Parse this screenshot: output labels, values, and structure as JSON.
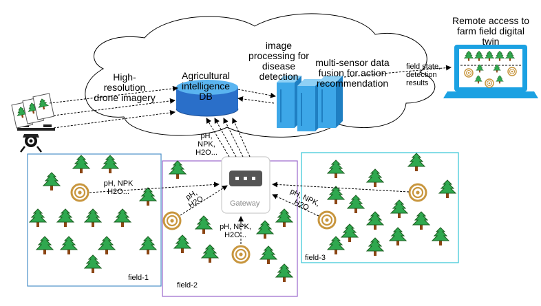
{
  "title": "Remote access to farm field digital twin",
  "cloud": {
    "db_label": "Agricultural intelligence DB",
    "imagery_label": "High-resolution drone imagery",
    "image_processing_label": "image processing for disease detection",
    "fusion_label": "multi-sensor data fusion for action recommendation"
  },
  "laptop_output_label": "field state, detection results",
  "gateway": {
    "label": "Gateway",
    "uplink_label": "pH, NPK, H2O..."
  },
  "sensor_links": {
    "field1_label": "pH, NPK H2O...",
    "field2_left_label": "pH, H2O",
    "field2_bottom_label": "pH, NPK, H2O...",
    "field3_label": "pH, NPK, H2O"
  },
  "fields": [
    {
      "name": "field-1",
      "color": "#4a90c8"
    },
    {
      "name": "field-2",
      "color": "#9966cc"
    },
    {
      "name": "field-3",
      "color": "#33c5d6"
    }
  ],
  "colors": {
    "tree_fill": "#2fa84f",
    "tree_trunk": "#8b4513",
    "sensor": "#c8963e",
    "server": "#3da7e8",
    "laptop": "#1ba1e2",
    "db_top": "#5ab4f0",
    "db_body": "#2a6fc9"
  }
}
